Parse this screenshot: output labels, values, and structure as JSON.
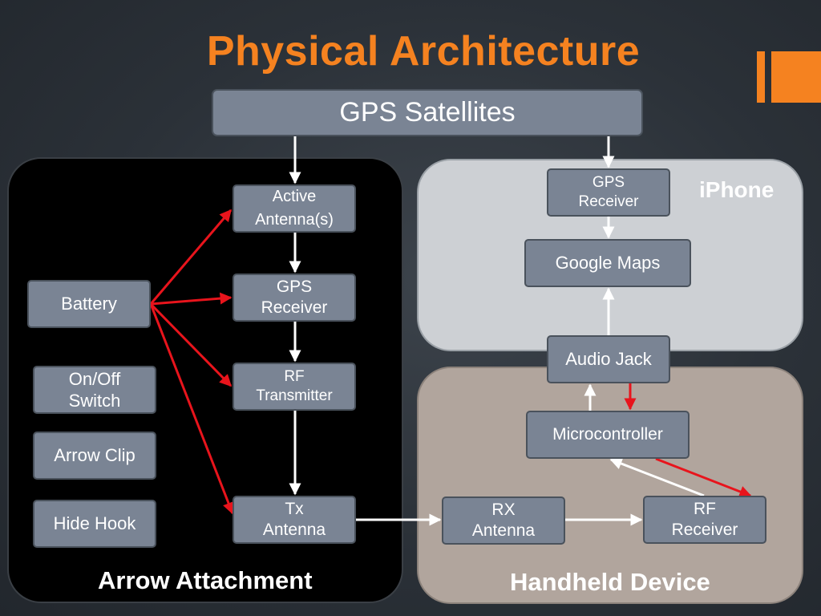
{
  "title": "Physical Architecture",
  "regions": {
    "arrow_attachment": "Arrow Attachment",
    "iphone": "iPhone",
    "handheld_device": "Handheld Device"
  },
  "nodes": {
    "gps_satellites": "GPS Satellites",
    "active_antenna": "Active\nAntenna(s)",
    "gps_receiver_arrow": "GPS\nReceiver",
    "rf_transmitter": "RF\nTransmitter",
    "tx_antenna": "Tx\nAntenna",
    "battery": "Battery",
    "on_off_switch": "On/Off\nSwitch",
    "arrow_clip": "Arrow Clip",
    "hide_hook": "Hide Hook",
    "gps_receiver_iphone": "GPS\nReceiver",
    "google_maps": "Google Maps",
    "audio_jack": "Audio Jack",
    "microcontroller": "Microcontroller",
    "rx_antenna": "RX\nAntenna",
    "rf_receiver": "RF\nReceiver"
  },
  "colors": {
    "title": "#f58220",
    "box": "#7a8494",
    "data_link": "#ffffff",
    "power_link": "#e8141c"
  }
}
